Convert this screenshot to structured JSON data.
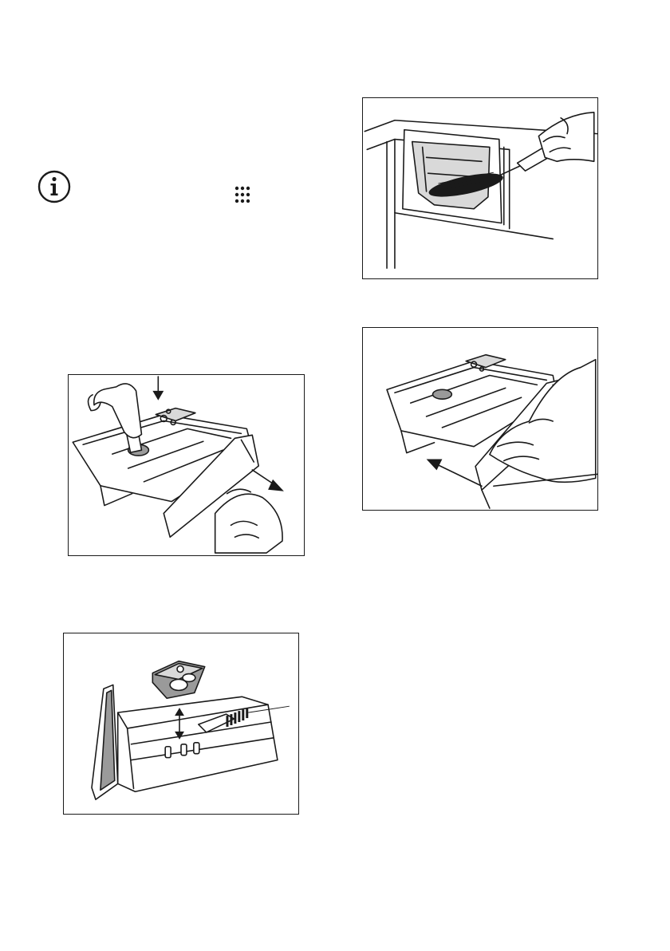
{
  "icons": {
    "note": "info-icon",
    "program_indicator": "dot-grid-icon"
  },
  "figures": [
    {
      "id": "fig1",
      "depicts": "press-lever-and-pull-out-dispenser-drawer"
    },
    {
      "id": "fig2",
      "depicts": "remove-insert-and-brush-drawer"
    },
    {
      "id": "fig3",
      "depicts": "brush-dispenser-recess"
    },
    {
      "id": "fig4",
      "depicts": "push-dispenser-drawer-back-in"
    }
  ]
}
